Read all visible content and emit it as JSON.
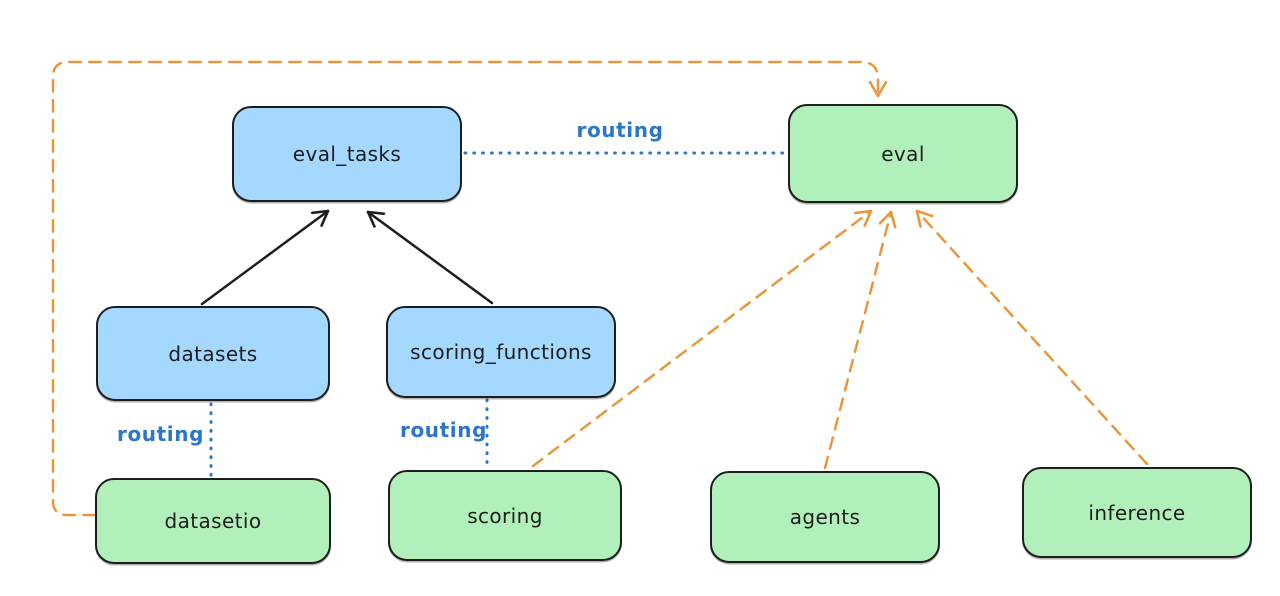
{
  "diagram": {
    "colors": {
      "background": "#ffffff",
      "blue_fill": "#a5d8ff",
      "green_fill": "#b2f0bb",
      "node_border": "#1e1e1e",
      "node_text": "#1e1e1e",
      "black_edge": "#1e1e1e",
      "blue_edge": "#2d76c7",
      "orange_edge": "#e9973e"
    },
    "nodes": {
      "eval_tasks": {
        "label": "eval_tasks",
        "fill": "blue"
      },
      "eval": {
        "label": "eval",
        "fill": "green"
      },
      "datasets": {
        "label": "datasets",
        "fill": "blue"
      },
      "scoring_functions": {
        "label": "scoring_functions",
        "fill": "blue"
      },
      "datasetio": {
        "label": "datasetio",
        "fill": "green"
      },
      "scoring": {
        "label": "scoring",
        "fill": "green"
      },
      "agents": {
        "label": "agents",
        "fill": "green"
      },
      "inference": {
        "label": "inference",
        "fill": "green"
      }
    },
    "edge_labels": {
      "eval_tasks_to_eval": "routing",
      "datasets_to_datasetio": "routing",
      "scoring_functions_to_scoring": "routing"
    },
    "edges": [
      {
        "from": "datasets",
        "to": "eval_tasks",
        "style": "solid",
        "color": "black",
        "arrowhead": true
      },
      {
        "from": "scoring_functions",
        "to": "eval_tasks",
        "style": "solid",
        "color": "black",
        "arrowhead": true
      },
      {
        "from": "eval_tasks",
        "to": "eval",
        "style": "dotted",
        "color": "blue",
        "label": "routing",
        "arrowhead": false
      },
      {
        "from": "datasets",
        "to": "datasetio",
        "style": "dotted",
        "color": "blue",
        "label": "routing",
        "arrowhead": false
      },
      {
        "from": "scoring_functions",
        "to": "scoring",
        "style": "dotted",
        "color": "blue",
        "label": "routing",
        "arrowhead": false
      },
      {
        "from": "datasetio",
        "to": "eval",
        "style": "dashed",
        "color": "orange",
        "arrowhead": true,
        "route": "around-left-and-top"
      },
      {
        "from": "scoring",
        "to": "eval",
        "style": "dashed",
        "color": "orange",
        "arrowhead": true
      },
      {
        "from": "agents",
        "to": "eval",
        "style": "dashed",
        "color": "orange",
        "arrowhead": true
      },
      {
        "from": "inference",
        "to": "eval",
        "style": "dashed",
        "color": "orange",
        "arrowhead": true
      }
    ]
  }
}
